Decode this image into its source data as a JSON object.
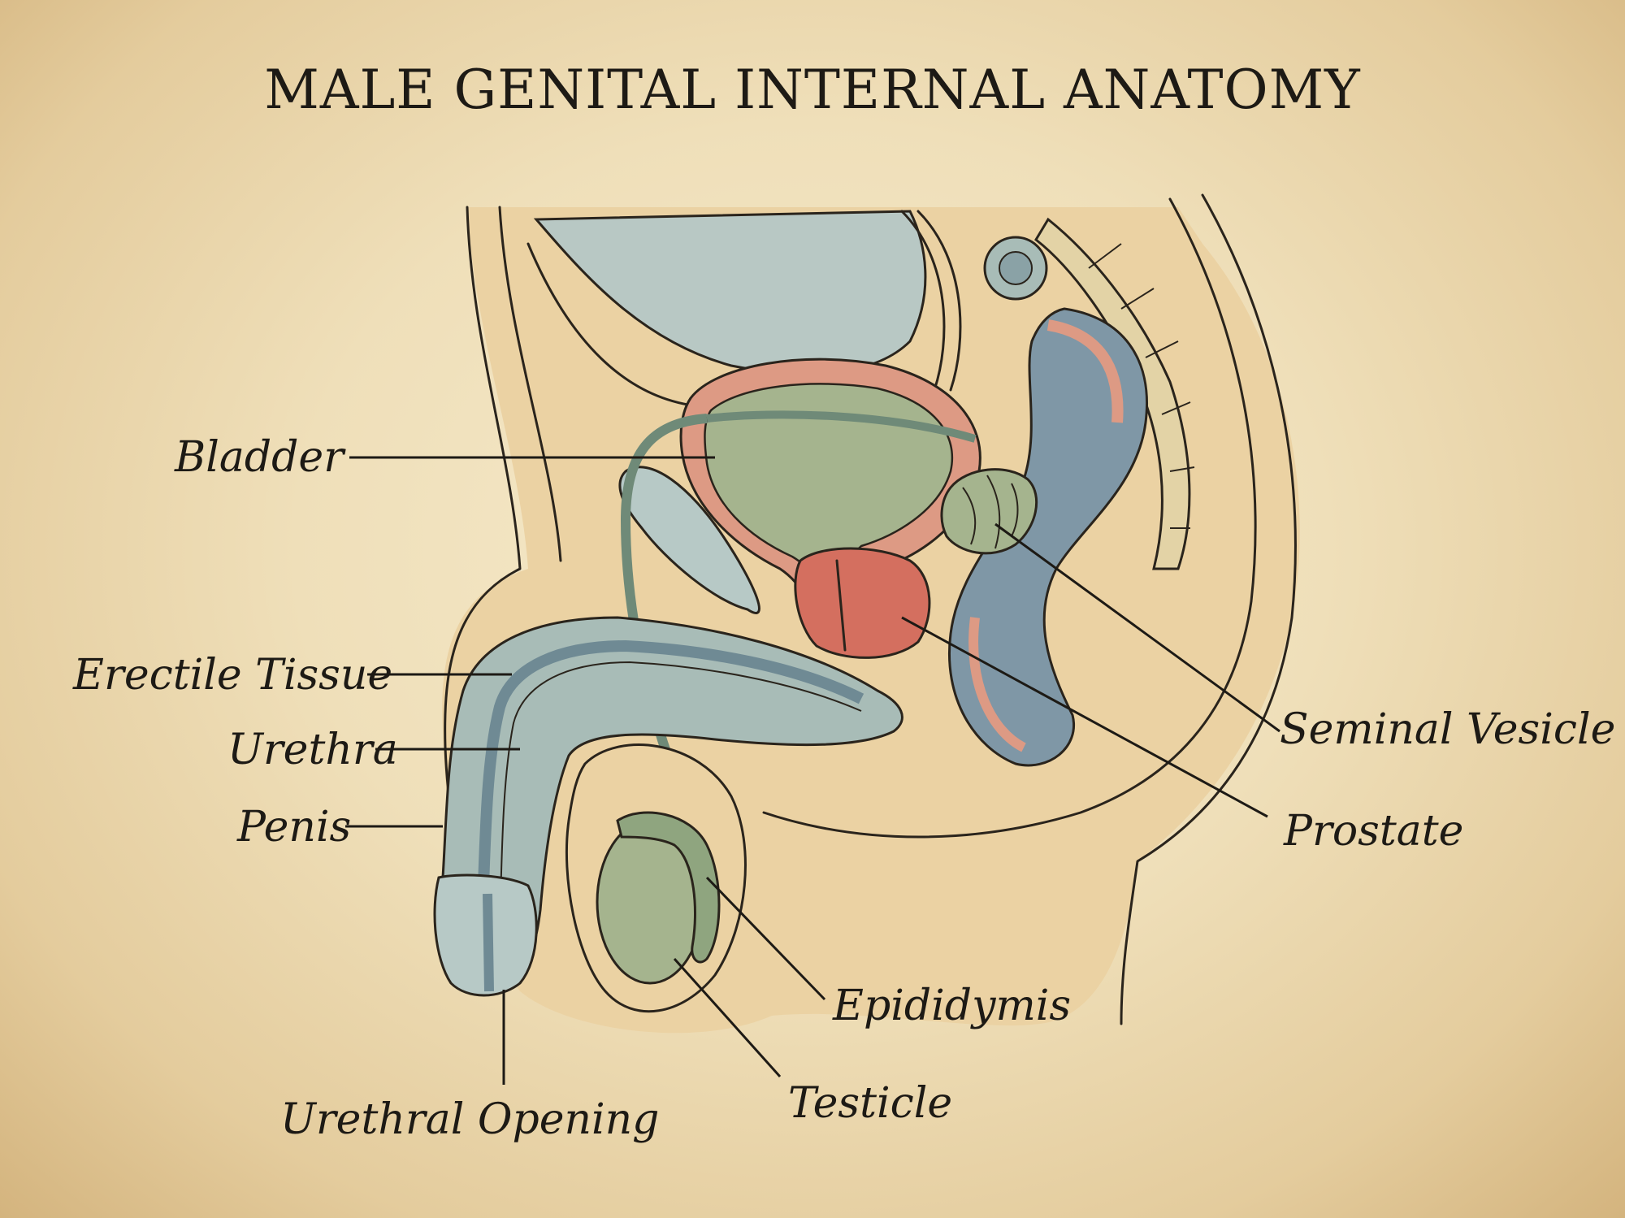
{
  "title": "MALE GENITAL INTERNAL ANATOMY",
  "labels": {
    "bladder": "Bladder",
    "erectile_tissue": "Erectile Tissue",
    "urethra": "Urethra",
    "penis": "Penis",
    "urethral_opening": "Urethral Opening",
    "seminal_vesicle": "Seminal Vesicle",
    "prostate": "Prostate",
    "epididymis": "Epididymis",
    "testicle": "Testicle"
  },
  "colors": {
    "paper": "#eddcb4",
    "skin": "#ebd2a3",
    "muscle_pink": "#dd9a84",
    "organ_green": "#a5b48e",
    "tissue_blue": "#a8bcb7",
    "rectum_blue": "#7f97a6",
    "prostate_red": "#d46f5f",
    "ink": "#1d1a15"
  }
}
